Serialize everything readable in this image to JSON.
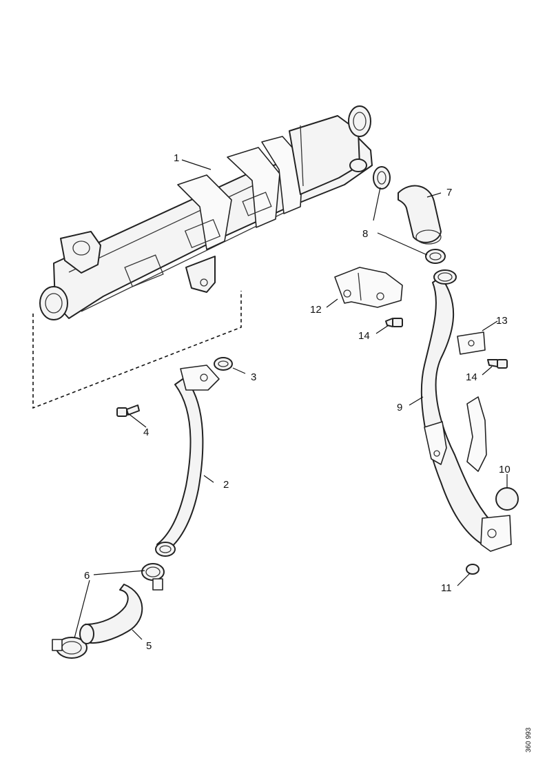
{
  "callouts": {
    "c1": "1",
    "c2": "2",
    "c3": "3",
    "c4": "4",
    "c5": "5",
    "c6": "6",
    "c7": "7",
    "c8": "8",
    "c9": "9",
    "c10": "10",
    "c11": "11",
    "c12": "12",
    "c13": "13",
    "c14a": "14",
    "c14b": "14"
  },
  "reference_number": "360 993"
}
